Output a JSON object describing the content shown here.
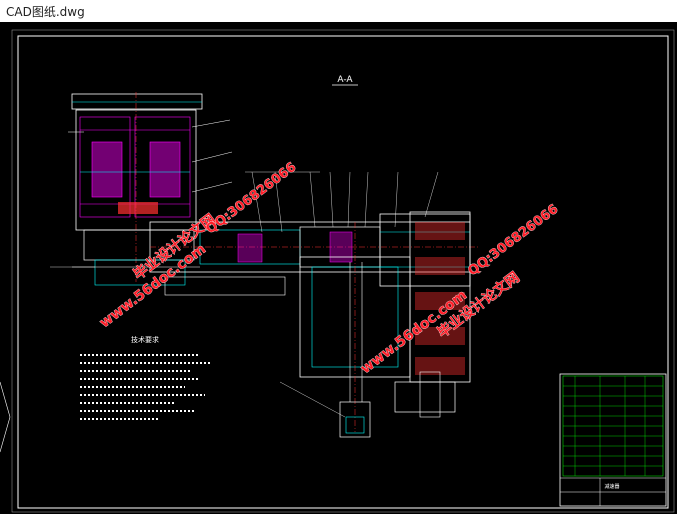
{
  "window": {
    "title": "CAD图纸.dwg"
  },
  "drawing": {
    "section_label": "A-A",
    "notes_title": "技术要求",
    "title_block_name": "减速器",
    "watermarks": {
      "site": "www.56doc.com",
      "qq": "QQ:306826066",
      "brand": "毕业设计论文网"
    }
  },
  "colors": {
    "background": "#000000",
    "outline": "#ffffff",
    "dimension": "#00ffff",
    "hatch": "#ff00ff",
    "center": "#ff3030",
    "table": "#00ff00",
    "watermark": "#ff1f2a"
  }
}
